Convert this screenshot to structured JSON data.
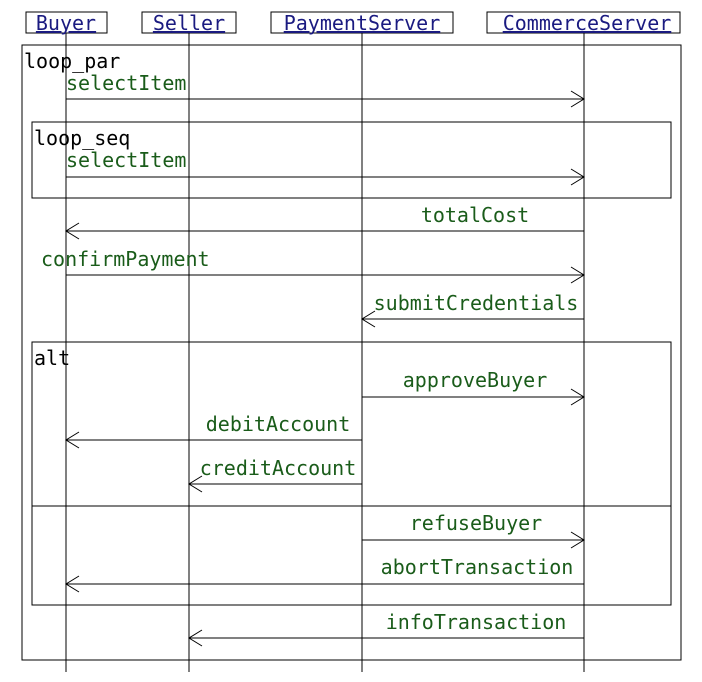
{
  "participants": [
    {
      "id": "buyer",
      "label": "Buyer"
    },
    {
      "id": "seller",
      "label": "Seller"
    },
    {
      "id": "paymentserver",
      "label": "PaymentServer"
    },
    {
      "id": "commerceserver",
      "label": "CommerceServer"
    }
  ],
  "frames": [
    {
      "id": "loop-par",
      "label": "loop_par"
    },
    {
      "id": "loop-seq",
      "label": "loop_seq"
    },
    {
      "id": "alt",
      "label": "alt"
    }
  ],
  "messages": [
    {
      "id": "select-item-1",
      "label": "selectItem",
      "from": "buyer",
      "to": "commerceserver"
    },
    {
      "id": "select-item-2",
      "label": "selectItem",
      "from": "buyer",
      "to": "commerceserver"
    },
    {
      "id": "total-cost",
      "label": "totalCost",
      "from": "commerceserver",
      "to": "buyer"
    },
    {
      "id": "confirm-payment",
      "label": "confirmPayment",
      "from": "buyer",
      "to": "commerceserver"
    },
    {
      "id": "submit-credentials",
      "label": "submitCredentials",
      "from": "commerceserver",
      "to": "paymentserver"
    },
    {
      "id": "approve-buyer",
      "label": "approveBuyer",
      "from": "paymentserver",
      "to": "commerceserver"
    },
    {
      "id": "debit-account",
      "label": "debitAccount",
      "from": "paymentserver",
      "to": "buyer"
    },
    {
      "id": "credit-account",
      "label": "creditAccount",
      "from": "paymentserver",
      "to": "seller"
    },
    {
      "id": "refuse-buyer",
      "label": "refuseBuyer",
      "from": "paymentserver",
      "to": "commerceserver"
    },
    {
      "id": "abort-transaction",
      "label": "abortTransaction",
      "from": "commerceserver",
      "to": "buyer"
    },
    {
      "id": "info-transaction",
      "label": "infoTransaction",
      "from": "commerceserver",
      "to": "seller"
    }
  ]
}
